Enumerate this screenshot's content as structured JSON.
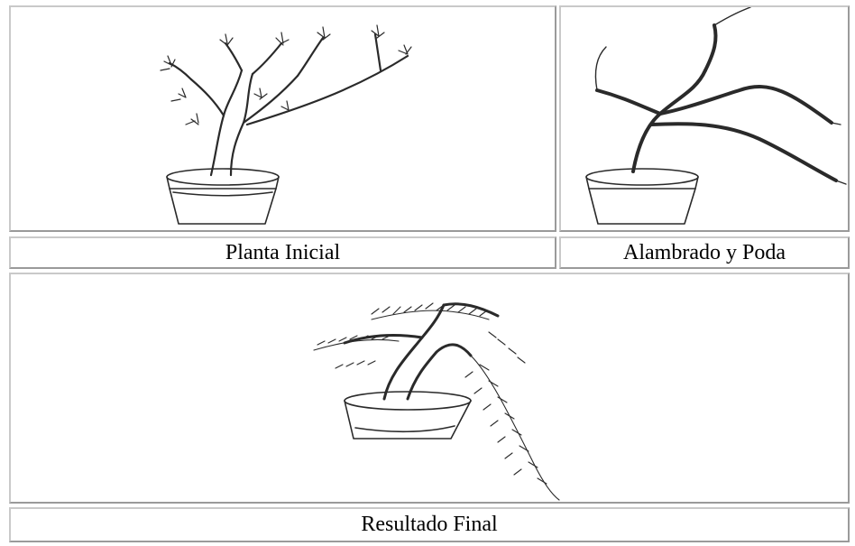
{
  "captions": {
    "initial": "Planta Inicial",
    "wiring": "Alambrado y Poda",
    "final": "Resultado Final"
  }
}
